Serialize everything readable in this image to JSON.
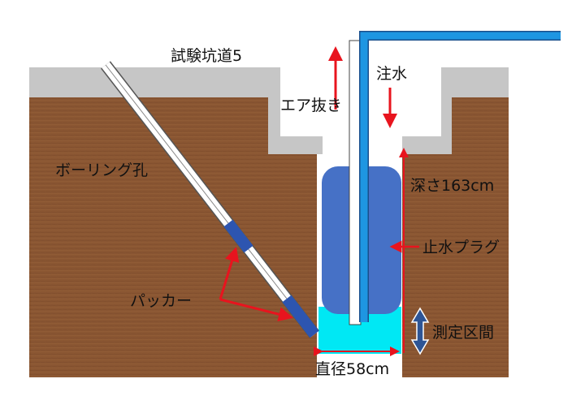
{
  "title": "試験坑道5",
  "labels": {
    "air_vent": "エア抜き",
    "water_injection": "注水",
    "borehole": "ボーリング孔",
    "depth": "深さ163cm",
    "stop_plug": "止水プラグ",
    "packer": "パッカー",
    "measurement_section": "測定区間",
    "diameter": "直径58cm"
  },
  "colors": {
    "soil": "#8a5632",
    "concrete": "#c6c6c6",
    "plug": "#4671c6",
    "water": "#00e8f4",
    "pipe": "#1e96e2",
    "arrow": "#e8141e",
    "double_arrow": "#2e5596"
  },
  "icons": {
    "up_arrow": "arrow-up-icon",
    "down_arrow": "arrow-down-icon",
    "double_arrow": "double-arrow-vertical-icon"
  }
}
